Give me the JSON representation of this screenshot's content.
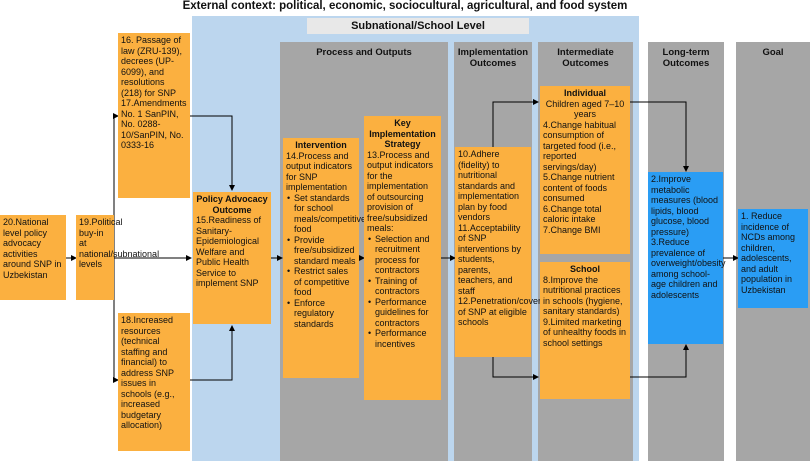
{
  "external_context": "External context: political, economic, sociocultural, agricultural, and food system",
  "subnational_label": "Subnational/School Level",
  "columns": {
    "process": "Process and Outputs",
    "implementation": "Implementation Outcomes",
    "intermediate": "Intermediate Outcomes",
    "longterm": "Long-term Outcomes",
    "goal": "Goal"
  },
  "boxes": {
    "b20": "20.National level policy advocacy activities around SNP in Uzbekistan",
    "b19": "19.Political buy-in at national/subnational levels",
    "b16": "16. Passage of law (ZRU-139), decrees (UP-6099), and resolutions (218) for SNP",
    "b17": "17.Amendments No. 1 SanPIN, No. 0288-10/SanPIN, No. 0333-16",
    "b18": "18.Increased resources (technical staffing and financial) to address SNP issues in schools (e.g., increased budgetary allocation)",
    "policy_title": "Policy Advocacy Outcome",
    "b15": "15.Readiness of Sanitary-Epidemiological Welfare and Public Health Service to implement SNP",
    "intervention_title": "Intervention",
    "b14": "14.Process and output indicators for SNP implementation",
    "b14_items": [
      "Set standards for school meals/competitive food",
      "Provide free/subsidized standard meals",
      "Restrict sales of competitive food",
      "Enforce regulatory standards"
    ],
    "strategy_title": "Key Implementation Strategy",
    "b13": "13.Process and output indicators for the implementation of outsourcing provision of free/subsidized meals:",
    "b13_items": [
      "Selection and recruitment process for contractors",
      "Training of contractors",
      "Performance guidelines for contractors",
      "Performance incentives"
    ],
    "b10": "10.Adhere (fidelity) to nutritional standards and implementation plan by food vendors",
    "b11": "11.Acceptability of SNP interventions by students, parents, teachers, and staff",
    "b12": "12.Penetration/coverage of SNP at eligible schools",
    "individual_title": "Individual",
    "individual_sub": "Children aged 7–10 years",
    "b4": "4.Change habitual consumption of targeted food (i.e., reported servings/day)",
    "b5": "5.Change nutrient content of foods consumed",
    "b6": "6.Change total caloric intake",
    "b7": "7.Change BMI",
    "school_title": "School",
    "b8": "8.Improve the nutritional practices in schools (hygiene, sanitary standards)",
    "b9": "9.Limited marketing of unhealthy foods in school settings",
    "b2": "2.Improve metabolic measures (blood lipids, blood glucose, blood pressure)",
    "b3": "3.Reduce prevalence of overweight/obesity among school-age children and adolescents",
    "b1": "1. Reduce incidence of NCDs among children, adolescents, and adult population in Uzbekistan"
  },
  "colors": {
    "orange": "#fbb040",
    "blue": "#2a9df4",
    "region": "#bcd6ee",
    "column": "#a6a6a6"
  }
}
